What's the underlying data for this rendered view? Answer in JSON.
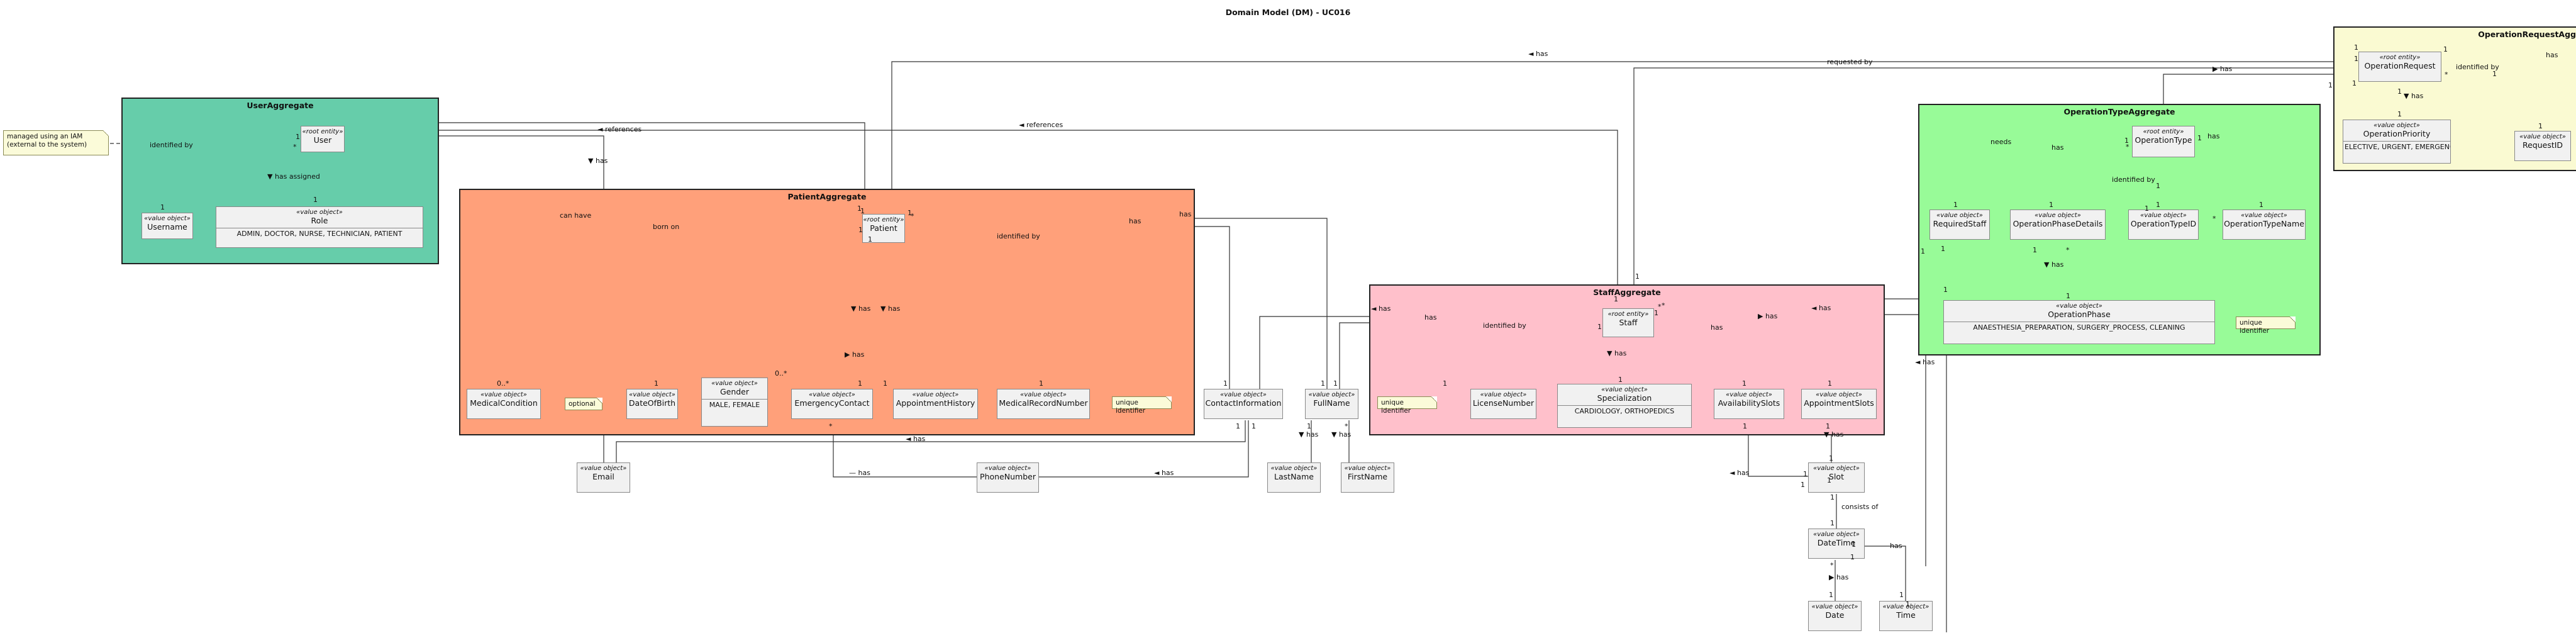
{
  "title": "Domain Model (DM) - UC016",
  "packages": {
    "user": "UserAggregate",
    "patient": "PatientAggregate",
    "staff": "StaffAggregate",
    "optype": "OperationTypeAggregate",
    "opreq": "OperationRequestAgg"
  },
  "classes": {
    "user": {
      "st": "«root entity»",
      "name": "User"
    },
    "username": {
      "st": "«value object»",
      "name": "Username"
    },
    "role": {
      "st": "«value object»",
      "name": "Role",
      "values": "ADMIN, DOCTOR, NURSE, TECHNICIAN, PATIENT"
    },
    "patient": {
      "st": "«root entity»",
      "name": "Patient"
    },
    "medcond": {
      "st": "«value object»",
      "name": "MedicalCondition"
    },
    "dob": {
      "st": "«value object»",
      "name": "DateOfBirth"
    },
    "gender": {
      "st": "«value object»",
      "name": "Gender",
      "values": "MALE, FEMALE"
    },
    "emergency": {
      "st": "«value object»",
      "name": "EmergencyContact"
    },
    "apphist": {
      "st": "«value object»",
      "name": "AppointmentHistory"
    },
    "mrn": {
      "st": "«value object»",
      "name": "MedicalRecordNumber"
    },
    "contact": {
      "st": "«value object»",
      "name": "ContactInformation"
    },
    "fullname": {
      "st": "«value object»",
      "name": "FullName"
    },
    "email": {
      "st": "«value object»",
      "name": "Email"
    },
    "phone": {
      "st": "«value object»",
      "name": "PhoneNumber"
    },
    "lastname": {
      "st": "«value object»",
      "name": "LastName"
    },
    "firstname": {
      "st": "«value object»",
      "name": "FirstName"
    },
    "staff": {
      "st": "«root entity»",
      "name": "Staff"
    },
    "license": {
      "st": "«value object»",
      "name": "LicenseNumber"
    },
    "spec": {
      "st": "«value object»",
      "name": "Specialization",
      "values": "CARDIOLOGY, ORTHOPEDICS"
    },
    "avail": {
      "st": "«value object»",
      "name": "AvailabilitySlots"
    },
    "appslots": {
      "st": "«value object»",
      "name": "AppointmentSlots"
    },
    "slot": {
      "st": "«value object»",
      "name": "Slot"
    },
    "datetime": {
      "st": "«value object»",
      "name": "DateTime"
    },
    "date": {
      "st": "«value object»",
      "name": "Date"
    },
    "time": {
      "st": "«value object»",
      "name": "Time"
    },
    "optype": {
      "st": "«root entity»",
      "name": "OperationType"
    },
    "reqstaff": {
      "st": "«value object»",
      "name": "RequiredStaff"
    },
    "opphasedet": {
      "st": "«value object»",
      "name": "OperationPhaseDetails"
    },
    "optypeid": {
      "st": "«value object»",
      "name": "OperationTypeID"
    },
    "optypename": {
      "st": "«value object»",
      "name": "OperationTypeName"
    },
    "opphase": {
      "st": "«value object»",
      "name": "OperationPhase",
      "values": "ANAESTHESIA_PREPARATION, SURGERY_PROCESS, CLEANING"
    },
    "opreq": {
      "st": "«root entity»",
      "name": "OperationRequest"
    },
    "priority": {
      "st": "«value object»",
      "name": "OperationPriority",
      "values": "ELECTIVE, URGENT, EMERGENCY"
    },
    "reqid": {
      "st": "«value object»",
      "name": "RequestID"
    }
  },
  "notes": {
    "iam": "managed using an IAM\n(external to the system)",
    "optional": "optional",
    "mrn_unique": "unique identifier",
    "license_unique": "unique identifier",
    "phase_unique": "unique identifier"
  },
  "labels": {
    "identified_by": "identified by",
    "has_assigned": "▼ has assigned",
    "references_1": "◄ references",
    "references_2": "◄ references",
    "has_user_email": "▼ has",
    "can_have": "can have",
    "born_on": "born on",
    "identified_by_mrn": "identified by",
    "has_emerg": "▼ has",
    "has_apph": "▼ has",
    "has_gender": "▶ has",
    "has_contact": "has",
    "has_fullname": "has",
    "has_email": "◄ has",
    "has_phone_e": "— has",
    "has_phone_c": "◄ has",
    "has_lastname": "▼ has",
    "has_firstname": "▼ has",
    "has_staff_fullname": "◄ has",
    "staff_has_contact": "has",
    "staff_identified_by": "identified by",
    "staff_has_spec": "▼ has",
    "staff_has_avail": "has",
    "staff_has_app": "▶ has",
    "staff_has_phase": "◄ has",
    "staff_has_down": "◄ has",
    "avail_has_slot": "◄ has",
    "app_has_slot": "▼ has",
    "consists_of": "consists of",
    "dt_has_date": "▶ has",
    "dt_has_time": "has",
    "needs": "needs",
    "optype_has_phase": "has",
    "optype_identified_by": "identified by",
    "optype_has_name": "has",
    "phase_has": "▼ has",
    "req_has_patient": "◄ has",
    "req_requested_by": "requested by",
    "req_has_optype": "▶ has",
    "req_identified_by": "identified by",
    "req_has_priority": "▼ has",
    "req_has_right": "has"
  },
  "multiplicities": [
    "1",
    "*",
    "1",
    "1",
    "1",
    "0..*",
    "1",
    "*",
    "1",
    "1",
    "1",
    "0..*",
    "1",
    "1",
    "1",
    "1",
    "*",
    "1",
    "1",
    "*",
    "1",
    "1",
    "1",
    "1",
    "1",
    "1",
    "*",
    "1",
    "1",
    "1",
    "1",
    "1",
    "1",
    "*",
    "1",
    "1",
    "1",
    "1",
    "1",
    "*",
    "1",
    "1",
    "1",
    "1",
    "1",
    "*",
    "1",
    "1",
    "1",
    "*",
    "1",
    "1",
    "1",
    "1",
    "*",
    "1",
    "1",
    "1",
    "1",
    "1",
    "1",
    "1",
    "1",
    "1",
    "1",
    "*",
    "1",
    "1",
    "1",
    "1",
    "1",
    "1",
    "1",
    "1"
  ]
}
